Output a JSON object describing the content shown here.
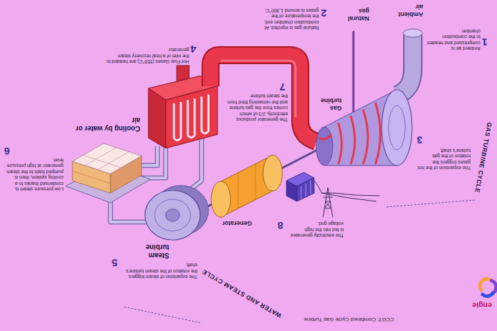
{
  "diagram": {
    "title": "CCGT: Combined Cycle Gas Turbine",
    "labels": [
      "Ambient air",
      "1",
      "Ambient air is compressed and headed to the combustion chamber",
      "Natural gas",
      "2",
      "Natural gas is injected. At combustion chamber exit, the temperature of the gases is around 1,300°C.",
      "Gas turbine",
      "3",
      "The expansion of the hot gases triggers the rotation of the gas turbine's shaft.",
      "GAS TURBINE CYCLE",
      "4",
      "Hot Flue Gases (550°C) are headed to the inlet of a heat recovery steam generator",
      "7",
      "The generator produces electricity, 2/3 of which comes from the gas turbine and the remaining third from the steam turbine",
      "Cooling by water or air",
      "6",
      "Low pressure steam is condensed thanks to a cooling system, then is pumped back to the steam generator at high pressure level.",
      "Generator",
      "8",
      "The electricity generated is fed into the high voltage grid.",
      "Steam turbine",
      "5",
      "The expansion of steam triggers the rotation of the steam turbine's shaft.",
      "WATER AND STEAM CYCLE",
      "engie"
    ]
  }
}
